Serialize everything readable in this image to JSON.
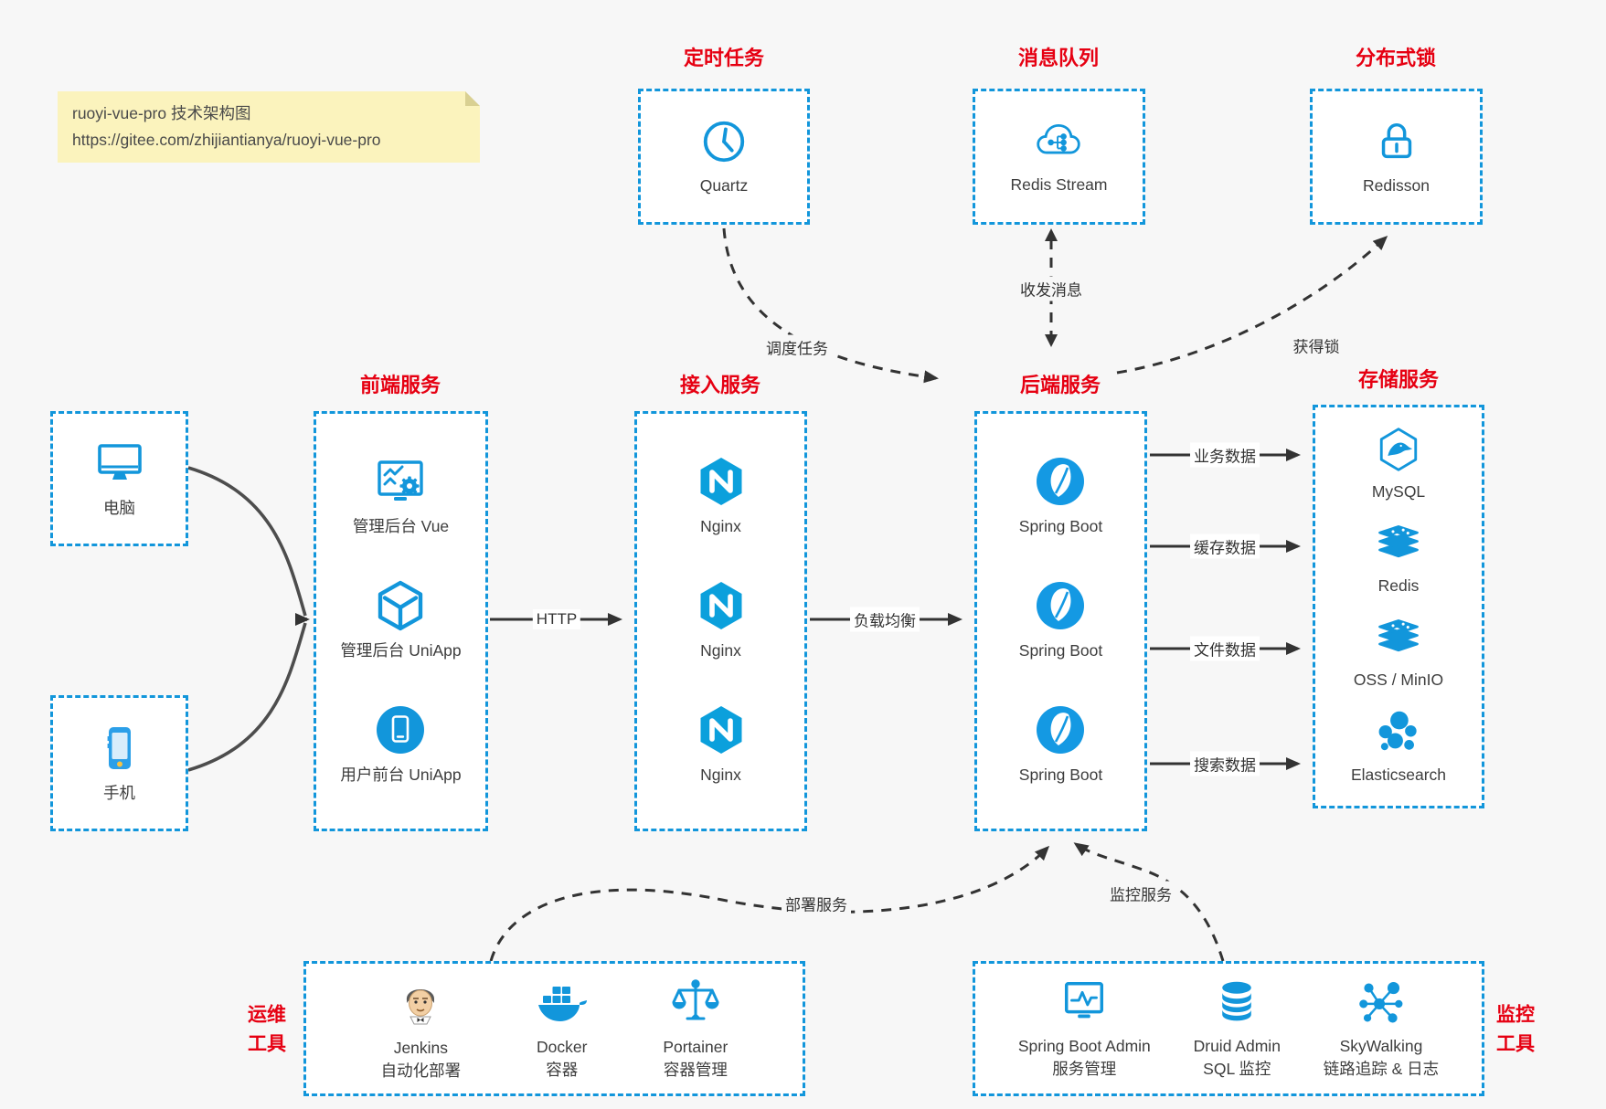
{
  "note": {
    "line1": "ruoyi-vue-pro 技术架构图",
    "line2": "https://gitee.com/zhijiantianya/ruoyi-vue-pro"
  },
  "colors": {
    "accent_blue": "#1296db",
    "title_red": "#e60012",
    "arrow_dark": "#333333",
    "note_bg": "#fbf3bd",
    "page_bg": "#f7f7f7"
  },
  "sections": {
    "scheduler": {
      "title": "定时任务",
      "items": [
        {
          "label": "Quartz",
          "icon": "clock-icon"
        }
      ]
    },
    "mq": {
      "title": "消息队列",
      "items": [
        {
          "label": "Redis Stream",
          "icon": "cloud-stream-icon"
        }
      ]
    },
    "lock": {
      "title": "分布式锁",
      "items": [
        {
          "label": "Redisson",
          "icon": "lock-icon"
        }
      ]
    },
    "clients": {
      "items": [
        {
          "label": "电脑",
          "icon": "desktop-icon"
        },
        {
          "label": "手机",
          "icon": "smartphone-icon"
        }
      ]
    },
    "frontend": {
      "title": "前端服务",
      "items": [
        {
          "label": "管理后台 Vue",
          "icon": "admin-vue-icon"
        },
        {
          "label": "管理后台 UniApp",
          "icon": "cube-icon"
        },
        {
          "label": "用户前台 UniApp",
          "icon": "mobile-app-icon"
        }
      ]
    },
    "access": {
      "title": "接入服务",
      "items": [
        {
          "label": "Nginx",
          "icon": "nginx-icon"
        },
        {
          "label": "Nginx",
          "icon": "nginx-icon"
        },
        {
          "label": "Nginx",
          "icon": "nginx-icon"
        }
      ]
    },
    "backend": {
      "title": "后端服务",
      "items": [
        {
          "label": "Spring Boot",
          "icon": "spring-icon"
        },
        {
          "label": "Spring Boot",
          "icon": "spring-icon"
        },
        {
          "label": "Spring Boot",
          "icon": "spring-icon"
        }
      ]
    },
    "storage": {
      "title": "存储服务",
      "items": [
        {
          "label": "MySQL",
          "icon": "mysql-icon"
        },
        {
          "label": "Redis",
          "icon": "redis-stack-icon"
        },
        {
          "label": "OSS / MinIO",
          "icon": "oss-stack-icon"
        },
        {
          "label": "Elasticsearch",
          "icon": "elasticsearch-icon"
        }
      ]
    },
    "ops": {
      "side_label_line1": "运维",
      "side_label_line2": "工具",
      "items": [
        {
          "name": "Jenkins",
          "desc": "自动化部署",
          "icon": "jenkins-icon"
        },
        {
          "name": "Docker",
          "desc": "容器",
          "icon": "docker-icon"
        },
        {
          "name": "Portainer",
          "desc": "容器管理",
          "icon": "portainer-icon"
        }
      ]
    },
    "monitoring": {
      "side_label_line1": "监控",
      "side_label_line2": "工具",
      "items": [
        {
          "name": "Spring Boot Admin",
          "desc": "服务管理",
          "icon": "sba-icon"
        },
        {
          "name": "Druid Admin",
          "desc": "SQL 监控",
          "icon": "druid-icon"
        },
        {
          "name": "SkyWalking",
          "desc": "链路追踪 & 日志",
          "icon": "skywalking-icon"
        }
      ]
    }
  },
  "edges": {
    "http": "HTTP",
    "load_balance": "负载均衡",
    "schedule_task": "调度任务",
    "send_receive_message": "收发消息",
    "acquire_lock": "获得锁",
    "business_data": "业务数据",
    "cache_data": "缓存数据",
    "file_data": "文件数据",
    "search_data": "搜索数据",
    "deploy_service": "部署服务",
    "monitor_service": "监控服务"
  }
}
